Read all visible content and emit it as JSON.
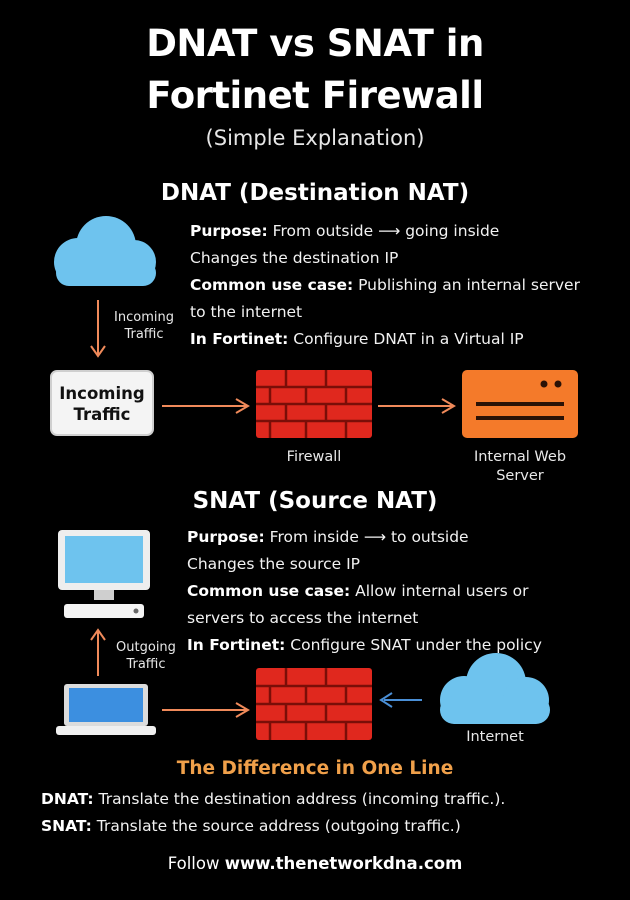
{
  "title_line1": "DNAT vs SNAT in",
  "title_line2": "Fortinet Firewall",
  "subtitle": "(Simple Explanation)",
  "dnat": {
    "heading": "DNAT (Destination NAT)",
    "purpose_label": "Purpose:",
    "purpose_text": "From outside ⟶  going inside",
    "line2": "Changes the destination IP",
    "usecase_label": "Common use case:",
    "usecase_text": "Publishing an internal server",
    "usecase_text2": "to the internet",
    "fortinet_label": "In Fortinet:",
    "fortinet_text": "Configure DNAT in a Virtual IP",
    "arrow_label_line1": "Incoming",
    "arrow_label_line2": "Traffic",
    "box_line1": "Incoming",
    "box_line2": "Traffic",
    "firewall_label": "Firewall",
    "server_label_line1": "Internal Web",
    "server_label_line2": "Server"
  },
  "snat": {
    "heading": "SNAT (Source NAT)",
    "purpose_label": "Purpose:",
    "purpose_text": "From inside ⟶ to outside",
    "line2": "Changes the source IP",
    "usecase_label": "Common use case:",
    "usecase_text": "Allow internal users or",
    "usecase_text2": "servers to access the internet",
    "fortinet_label": "In Fortinet:",
    "fortinet_text": "Configure SNAT under the policy",
    "arrow_label_line1": "Outgoing",
    "arrow_label_line2": "Traffic",
    "internet_label": "Internet"
  },
  "difference": {
    "heading": "The Difference in One Line",
    "dnat_label": "DNAT:",
    "dnat_text": "Translate the destination address (incoming traffic.).",
    "snat_label": "SNAT:",
    "snat_text": "Translate the source address (outgoing traffic.)"
  },
  "footer": {
    "prefix": "Follow",
    "site": "www.thenetworkdna.com"
  },
  "colors": {
    "cloud": "#6ec3ee",
    "firewall": "#e0281e",
    "server": "#f47a2a",
    "arrow_orange": "#f08a5a",
    "arrow_blue": "#4a8fd6",
    "accent": "#f0a04a"
  }
}
